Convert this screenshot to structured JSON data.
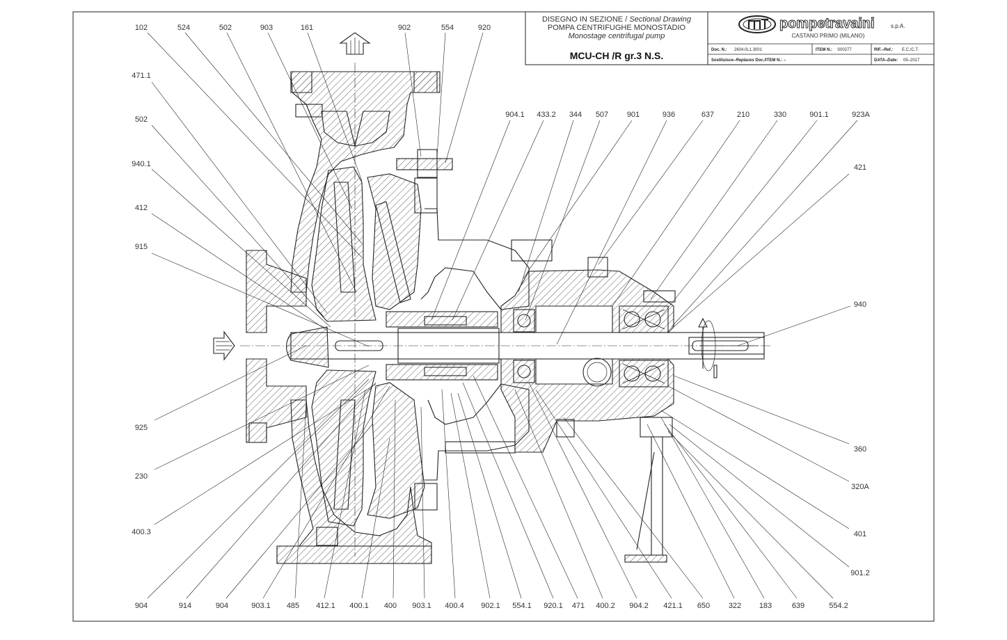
{
  "title_block": {
    "line1_a": "DISEGNO IN SEZIONE /",
    "line1_b": "Sectional Drawing",
    "line2": "POMPA CENTRIFUGHE MONOSTADIO",
    "line3": "Monostage centrifugal pump",
    "model": "MCU-CH /R gr.3 N.S.",
    "brand": "pompetravaini",
    "brand_suffix": "s.p.A.",
    "city": "CASTANO PRIMO  (MILANO)",
    "doc_label": "Doc. N.:",
    "doc_value": "2604.0L1.3001",
    "item_label": "ITEM N.:",
    "item_value": "S00277",
    "rif_label": "RIF.–",
    "rif_label_it": "Ref.:",
    "rif_value": "E.C./C.T.",
    "repl_label": "Sostituisce–",
    "repl_label_it": "Replaces",
    "repl_rest": "Doc./ITEM N.:",
    "repl_value": "–",
    "date_label": "DATA–",
    "date_label_it": "Date:",
    "date_value": "05–2017"
  },
  "labels": {
    "top": [
      "102",
      "524",
      "502",
      "903",
      "161",
      "902",
      "554",
      "920"
    ],
    "left": [
      "471.1",
      "502",
      "940.1",
      "412",
      "915",
      "925",
      "230",
      "400.3"
    ],
    "mid_top": [
      "904.1",
      "433.2",
      "344",
      "507",
      "901",
      "936",
      "637",
      "210",
      "330",
      "901.1",
      "923A"
    ],
    "right": [
      "421",
      "940",
      "360",
      "320A",
      "401",
      "901.2"
    ],
    "bottom": [
      "904",
      "914",
      "904",
      "903.1",
      "485",
      "412.1",
      "400.1",
      "400",
      "903.1",
      "400.4",
      "902.1",
      "554.1",
      "920.1",
      "471",
      "400.2",
      "904.2",
      "421.1",
      "650",
      "322",
      "183",
      "639",
      "554.2"
    ]
  }
}
